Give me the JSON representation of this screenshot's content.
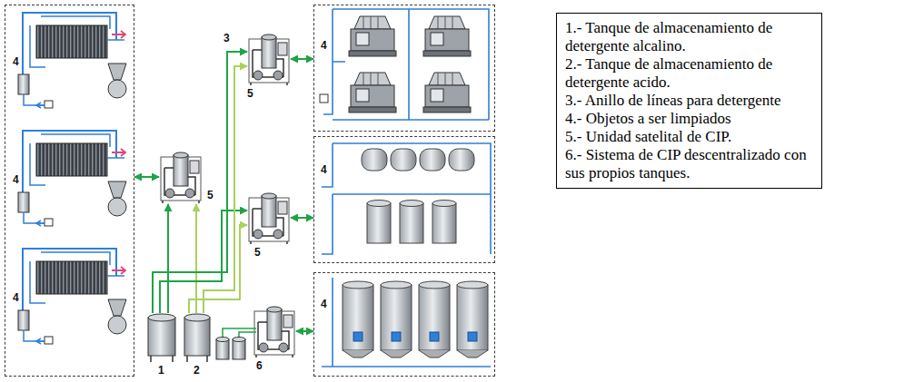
{
  "diagram": {
    "nodes": [
      {
        "text": [
          "4",
          "4",
          "4"
        ]
      },
      {
        "text": [
          "4"
        ]
      },
      {
        "text": [
          "4"
        ]
      },
      {
        "text": [
          "4"
        ]
      },
      {
        "text": [
          "5"
        ]
      },
      {
        "text": [
          "5"
        ]
      },
      {
        "text": [
          "5"
        ]
      },
      {
        "text": [
          "1"
        ]
      },
      {
        "text": [
          "2"
        ]
      },
      {
        "text": [
          "6"
        ]
      },
      {
        "text": [
          "1.- Tanque de almacenamiento de detergente alcalino.",
          "2.- Tanque de almacenamiento de detergente acido.",
          "3.- Anillo de líneas para detergente",
          "4.- Objetos a ser limpiados",
          "5.- Unidad satelital de CIP.",
          "6.- Sistema de CIP descentralizado con sus propios tanques."
        ]
      }
    ],
    "edges": [
      {
        "from": 4,
        "to": 0,
        "arrow": "both"
      },
      {
        "from": 5,
        "to": 1,
        "arrow": "both"
      },
      {
        "from": 6,
        "to": 2,
        "arrow": "both"
      },
      {
        "from": 9,
        "to": 3,
        "arrow": "both"
      },
      {
        "from": 7,
        "to": 4,
        "arrow": "to"
      },
      {
        "from": 8,
        "to": 4,
        "arrow": "to"
      },
      {
        "from": 7,
        "to": 5,
        "arrow": "to"
      },
      {
        "from": 7,
        "to": 6,
        "arrow": "to"
      },
      {
        "from": 8,
        "to": 5,
        "arrow": "to"
      },
      {
        "from": 8,
        "to": 6,
        "arrow": "to"
      }
    ],
    "labels": [
      "3"
    ]
  }
}
